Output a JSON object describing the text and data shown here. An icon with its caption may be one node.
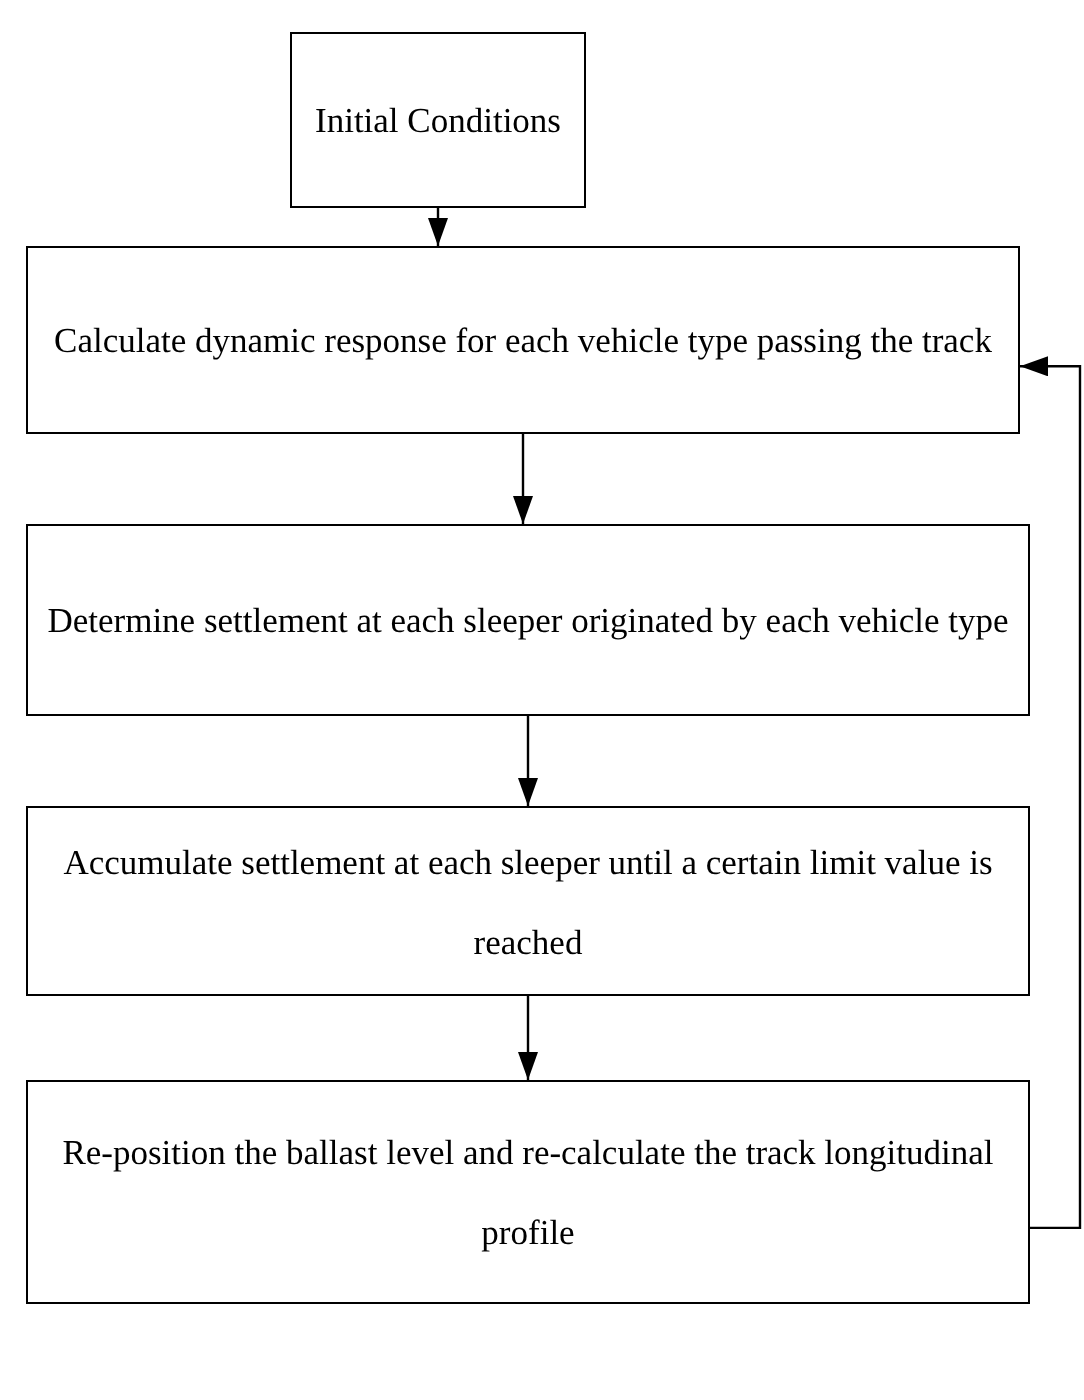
{
  "diagram": {
    "nodes": [
      {
        "text": [
          "Initial Conditions"
        ]
      },
      {
        "text": [
          "Calculate dynamic response for each vehicle type passing the track"
        ]
      },
      {
        "text": [
          "Determine settlement at each sleeper originated by each vehicle type"
        ]
      },
      {
        "text": [
          "Accumulate settlement at each sleeper until a certain limit value is reached"
        ]
      },
      {
        "text": [
          "Re-position the ballast level and re-calculate the track longitudinal profile"
        ]
      }
    ],
    "edges": [
      {
        "from": 0,
        "to": 1,
        "arrow": "to"
      },
      {
        "from": 1,
        "to": 2,
        "arrow": "to"
      },
      {
        "from": 2,
        "to": 3,
        "arrow": "to"
      },
      {
        "from": 3,
        "to": 4,
        "arrow": "to"
      },
      {
        "from": 4,
        "to": 1,
        "arrow": "to"
      }
    ]
  }
}
